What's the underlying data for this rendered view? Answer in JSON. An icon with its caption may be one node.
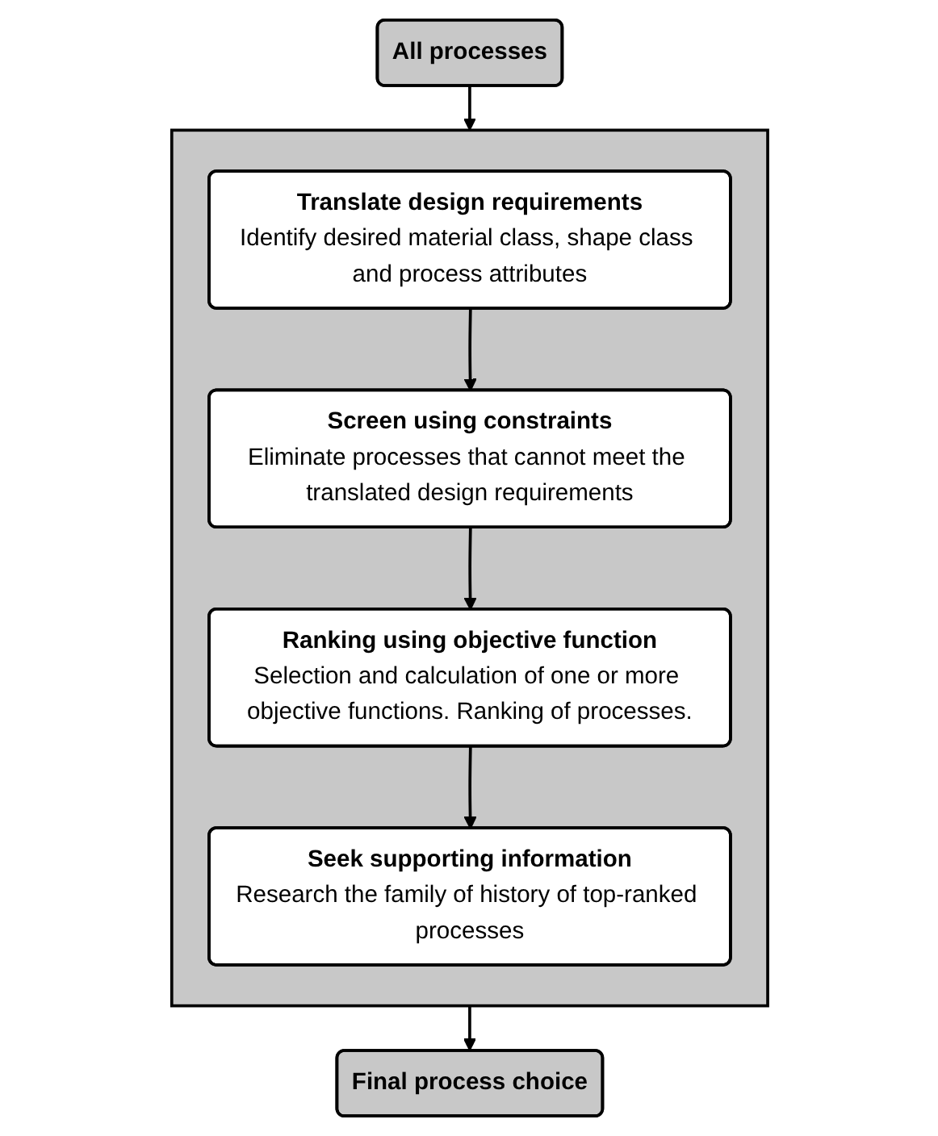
{
  "diagram": {
    "nodes": [
      {
        "text": [
          "All processes"
        ]
      },
      {
        "text": [],
        "shape": "box"
      },
      {
        "text": [
          "Translate design requirements",
          "Identify desired material class, shape class and process attributes"
        ],
        "in": 1
      },
      {
        "text": [
          "Screen using constraints",
          "Eliminate processes that cannot meet the translated design requirements"
        ],
        "in": 1
      },
      {
        "text": [
          "Ranking using objective function",
          "Selection and calculation of one or more objective functions. Ranking of processes."
        ],
        "in": 1
      },
      {
        "text": [
          "Seek supporting information",
          "Research the family of history of top-ranked processes"
        ],
        "in": 1
      },
      {
        "text": [
          "Final process choice"
        ]
      }
    ],
    "edges": [
      {
        "from": 0,
        "to": 1,
        "arrow": "to"
      },
      {
        "from": 2,
        "to": 3,
        "arrow": "to"
      },
      {
        "from": 3,
        "to": 4,
        "arrow": "to"
      },
      {
        "from": 4,
        "to": 5,
        "arrow": "to"
      },
      {
        "from": 1,
        "to": 6,
        "arrow": "to"
      }
    ]
  }
}
